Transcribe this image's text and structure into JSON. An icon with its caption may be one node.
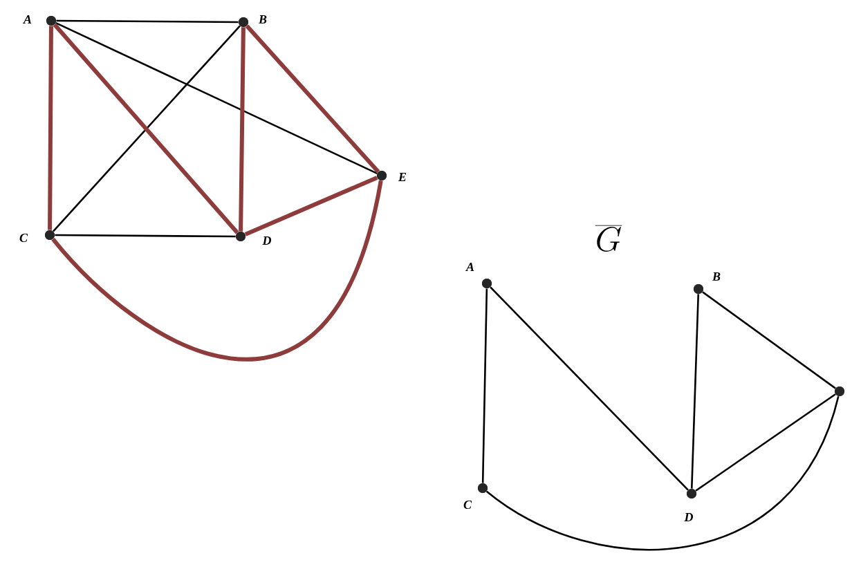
{
  "diagram": {
    "nodes": [
      {
        "text": [],
        "shape": "circle",
        "beside": [
          "A"
        ]
      },
      {
        "text": [],
        "shape": "circle",
        "beside": [
          "B"
        ]
      },
      {
        "text": [],
        "shape": "circle",
        "beside": [
          "C"
        ]
      },
      {
        "text": [],
        "shape": "circle",
        "beside": [
          "D"
        ]
      },
      {
        "text": [],
        "shape": "circle",
        "beside": [
          "E"
        ]
      },
      {
        "text": [],
        "shape": "circle",
        "beside": [
          "A"
        ]
      },
      {
        "text": [],
        "shape": "circle",
        "beside": [
          "B"
        ]
      },
      {
        "text": [],
        "shape": "circle",
        "beside": [
          "C"
        ]
      },
      {
        "text": [],
        "shape": "circle",
        "beside": [
          "D"
        ]
      },
      {
        "text": [],
        "shape": "circle"
      }
    ],
    "edges": [
      {
        "from": 0,
        "to": 1,
        "arrow": "none"
      },
      {
        "from": 0,
        "to": 4,
        "arrow": "none"
      },
      {
        "from": 1,
        "to": 2,
        "arrow": "none"
      },
      {
        "from": 2,
        "to": 3,
        "arrow": "none"
      },
      {
        "from": 0,
        "to": 2,
        "arrow": "none",
        "style": "thick",
        "color": "#8e3b3b"
      },
      {
        "from": 0,
        "to": 3,
        "arrow": "none",
        "style": "thick",
        "color": "#8e3b3b"
      },
      {
        "from": 1,
        "to": 3,
        "arrow": "none",
        "style": "thick",
        "color": "#8e3b3b"
      },
      {
        "from": 1,
        "to": 4,
        "arrow": "none",
        "style": "thick",
        "color": "#8e3b3b"
      },
      {
        "from": 3,
        "to": 4,
        "arrow": "none",
        "style": "thick",
        "color": "#8e3b3b"
      },
      {
        "from": 2,
        "to": 4,
        "arrow": "none",
        "style": "thick",
        "color": "#8e3b3b"
      },
      {
        "from": 5,
        "to": 7,
        "arrow": "none"
      },
      {
        "from": 5,
        "to": 8,
        "arrow": "none"
      },
      {
        "from": 6,
        "to": 8,
        "arrow": "none"
      },
      {
        "from": 6,
        "to": 9,
        "arrow": "none"
      },
      {
        "from": 8,
        "to": 9,
        "arrow": "none"
      },
      {
        "from": 7,
        "to": 9,
        "arrow": "none"
      }
    ],
    "labels": [
      "\\overline{G}"
    ]
  }
}
